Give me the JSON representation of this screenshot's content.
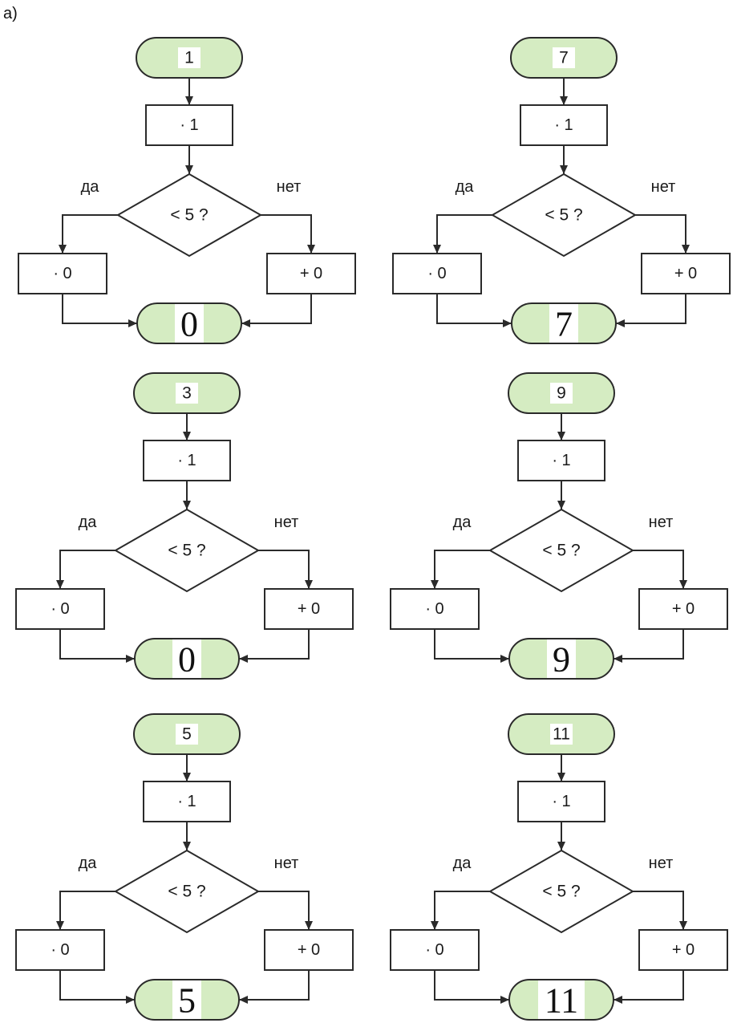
{
  "part_label": "а)",
  "flowcharts": [
    {
      "input": "1",
      "op1": "· 1",
      "condition": "< 5 ?",
      "yes_label": "да",
      "no_label": "нет",
      "yes_op": "· 0",
      "no_op": "+ 0",
      "output": "0"
    },
    {
      "input": "7",
      "op1": "· 1",
      "condition": "< 5 ?",
      "yes_label": "да",
      "no_label": "нет",
      "yes_op": "· 0",
      "no_op": "+ 0",
      "output": "7"
    },
    {
      "input": "3",
      "op1": "· 1",
      "condition": "< 5 ?",
      "yes_label": "да",
      "no_label": "нет",
      "yes_op": "· 0",
      "no_op": "+ 0",
      "output": "0"
    },
    {
      "input": "9",
      "op1": "· 1",
      "condition": "< 5 ?",
      "yes_label": "да",
      "no_label": "нет",
      "yes_op": "· 0",
      "no_op": "+ 0",
      "output": "9"
    },
    {
      "input": "5",
      "op1": "· 1",
      "condition": "< 5 ?",
      "yes_label": "да",
      "no_label": "нет",
      "yes_op": "· 0",
      "no_op": "+ 0",
      "output": "5"
    },
    {
      "input": "11",
      "op1": "· 1",
      "condition": "< 5 ?",
      "yes_label": "да",
      "no_label": "нет",
      "yes_op": "· 0",
      "no_op": "+ 0",
      "output": "11"
    }
  ],
  "colors": {
    "terminal_fill": "#d5ecc2",
    "stroke": "#2a2a2a"
  }
}
